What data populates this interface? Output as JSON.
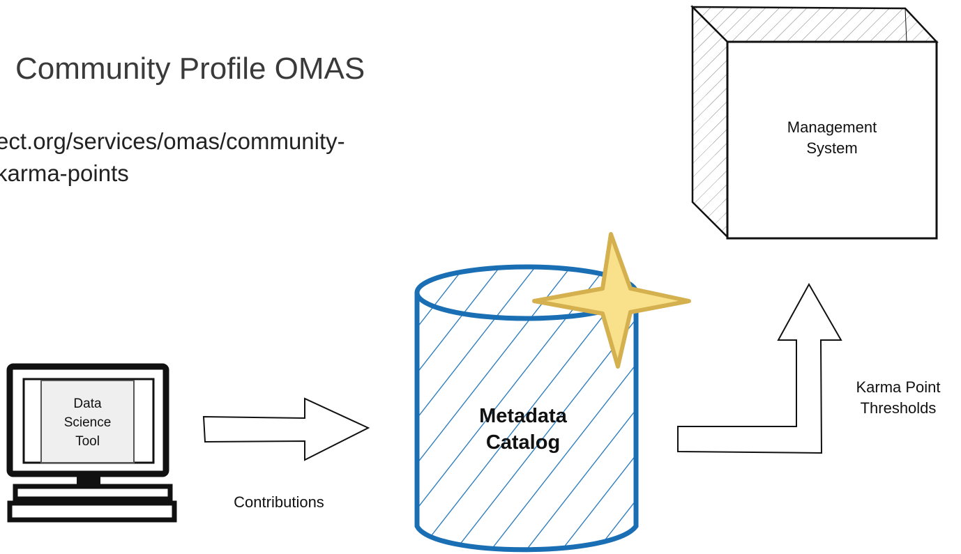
{
  "title": "Community Profile OMAS",
  "link_lines": [
    "ect.org/services/omas/community-",
    "karma-points"
  ],
  "management_system": {
    "lines": [
      "Management",
      "System"
    ]
  },
  "data_science_tool": {
    "lines": [
      "Data",
      "Science",
      "Tool"
    ]
  },
  "metadata_catalog": {
    "lines": [
      "Metadata",
      "Catalog"
    ]
  },
  "contributions_label": "Contributions",
  "karma_label": {
    "lines": [
      "Karma Point",
      "Thresholds"
    ]
  },
  "icons": [
    "computer-icon",
    "database-cylinder-icon",
    "sparkle-star-icon",
    "cube-icon",
    "right-arrow-icon",
    "up-arrow-icon"
  ],
  "colors": {
    "catalog_blue": "#1a6fb4",
    "star_fill": "#f9e08a",
    "star_stroke": "#d4b04e",
    "ink": "#111111"
  }
}
